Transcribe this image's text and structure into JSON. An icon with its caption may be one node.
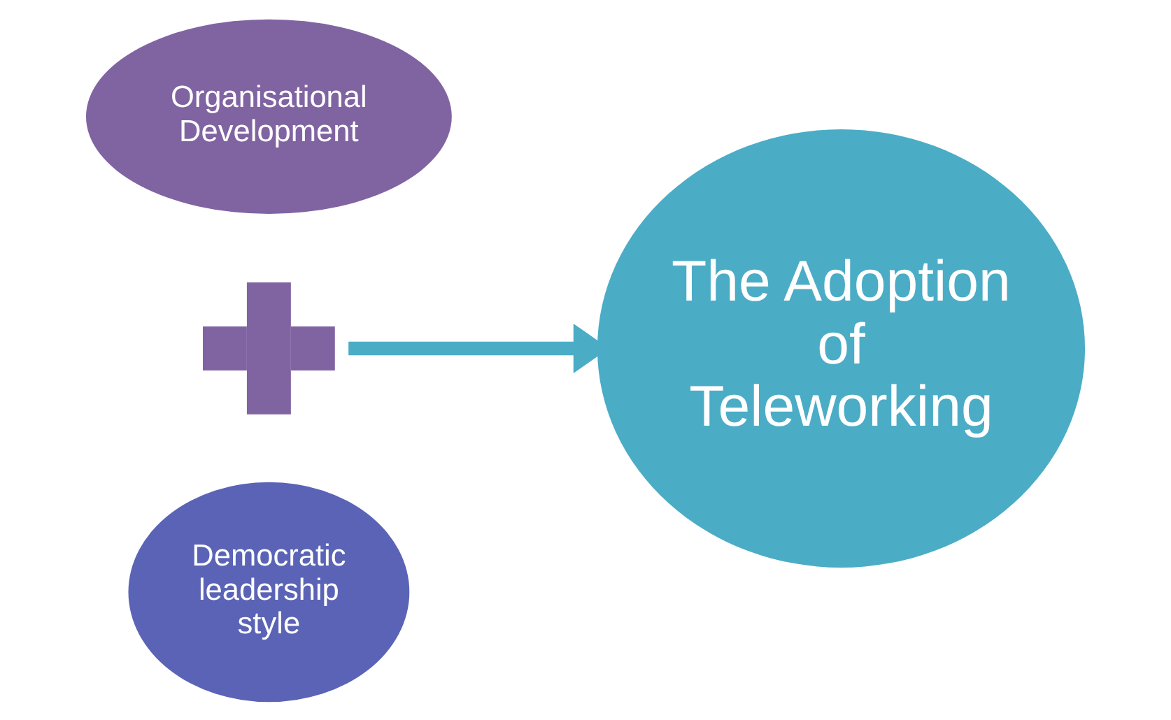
{
  "diagram": {
    "nodes": [
      {
        "text": [
          "Organisational Development"
        ]
      },
      {
        "text": [],
        "shape": "plus"
      },
      {
        "text": [
          "Democratic leadership style"
        ]
      },
      {
        "text": [
          "The Adoption of Teleworking"
        ]
      }
    ],
    "edges": [
      {
        "from": 1,
        "to": 3,
        "arrow": "to",
        "color": "#4bacc6"
      }
    ]
  }
}
